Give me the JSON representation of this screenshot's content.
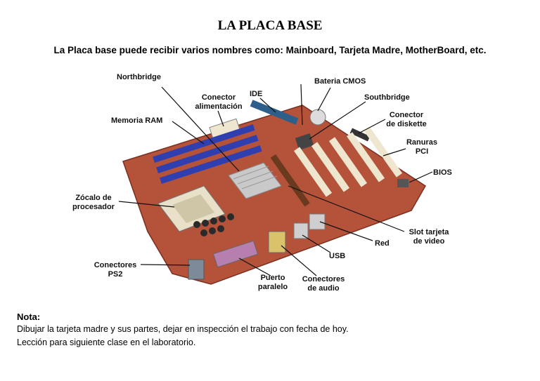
{
  "header": {
    "title": "LA PLACA BASE",
    "subtitle": "La Placa base puede recibir varios nombres como: Mainboard, Tarjeta Madre, MotherBoard, etc."
  },
  "labels": {
    "northbridge": "Northbridge",
    "conector_alimentacion": [
      "Conector",
      "alimentación"
    ],
    "ide": "IDE",
    "bateria_cmos": "Bateria CMOS",
    "southbridge": "Southbridge",
    "conector_diskette": [
      "Conector",
      "de diskette"
    ],
    "memoria_ram": "Memoria RAM",
    "ranuras_pci": [
      "Ranuras",
      "PCI"
    ],
    "bios": "BIOS",
    "zocalo": [
      "Zócalo de",
      "procesador"
    ],
    "slot_video": [
      "Slot tarjeta",
      "de video"
    ],
    "red": "Red",
    "usb": "USB",
    "conectores_ps2": [
      "Conectores",
      "PS2"
    ],
    "puerto_paralelo": [
      "Puerto",
      "paralelo"
    ],
    "conectores_audio": [
      "Conectores",
      "de audio"
    ]
  },
  "nota": {
    "heading": "Nota:",
    "lines": [
      "Dibujar la tarjeta madre y sus partes, dejar en inspección el trabajo con fecha de hoy.",
      "Lección para siguiente clase en el laboratorio."
    ]
  },
  "colors": {
    "board": "#b5523a",
    "ram": "#2f3fb0",
    "slot": "#efe6cf",
    "heatsink": "#c9c9c9"
  }
}
